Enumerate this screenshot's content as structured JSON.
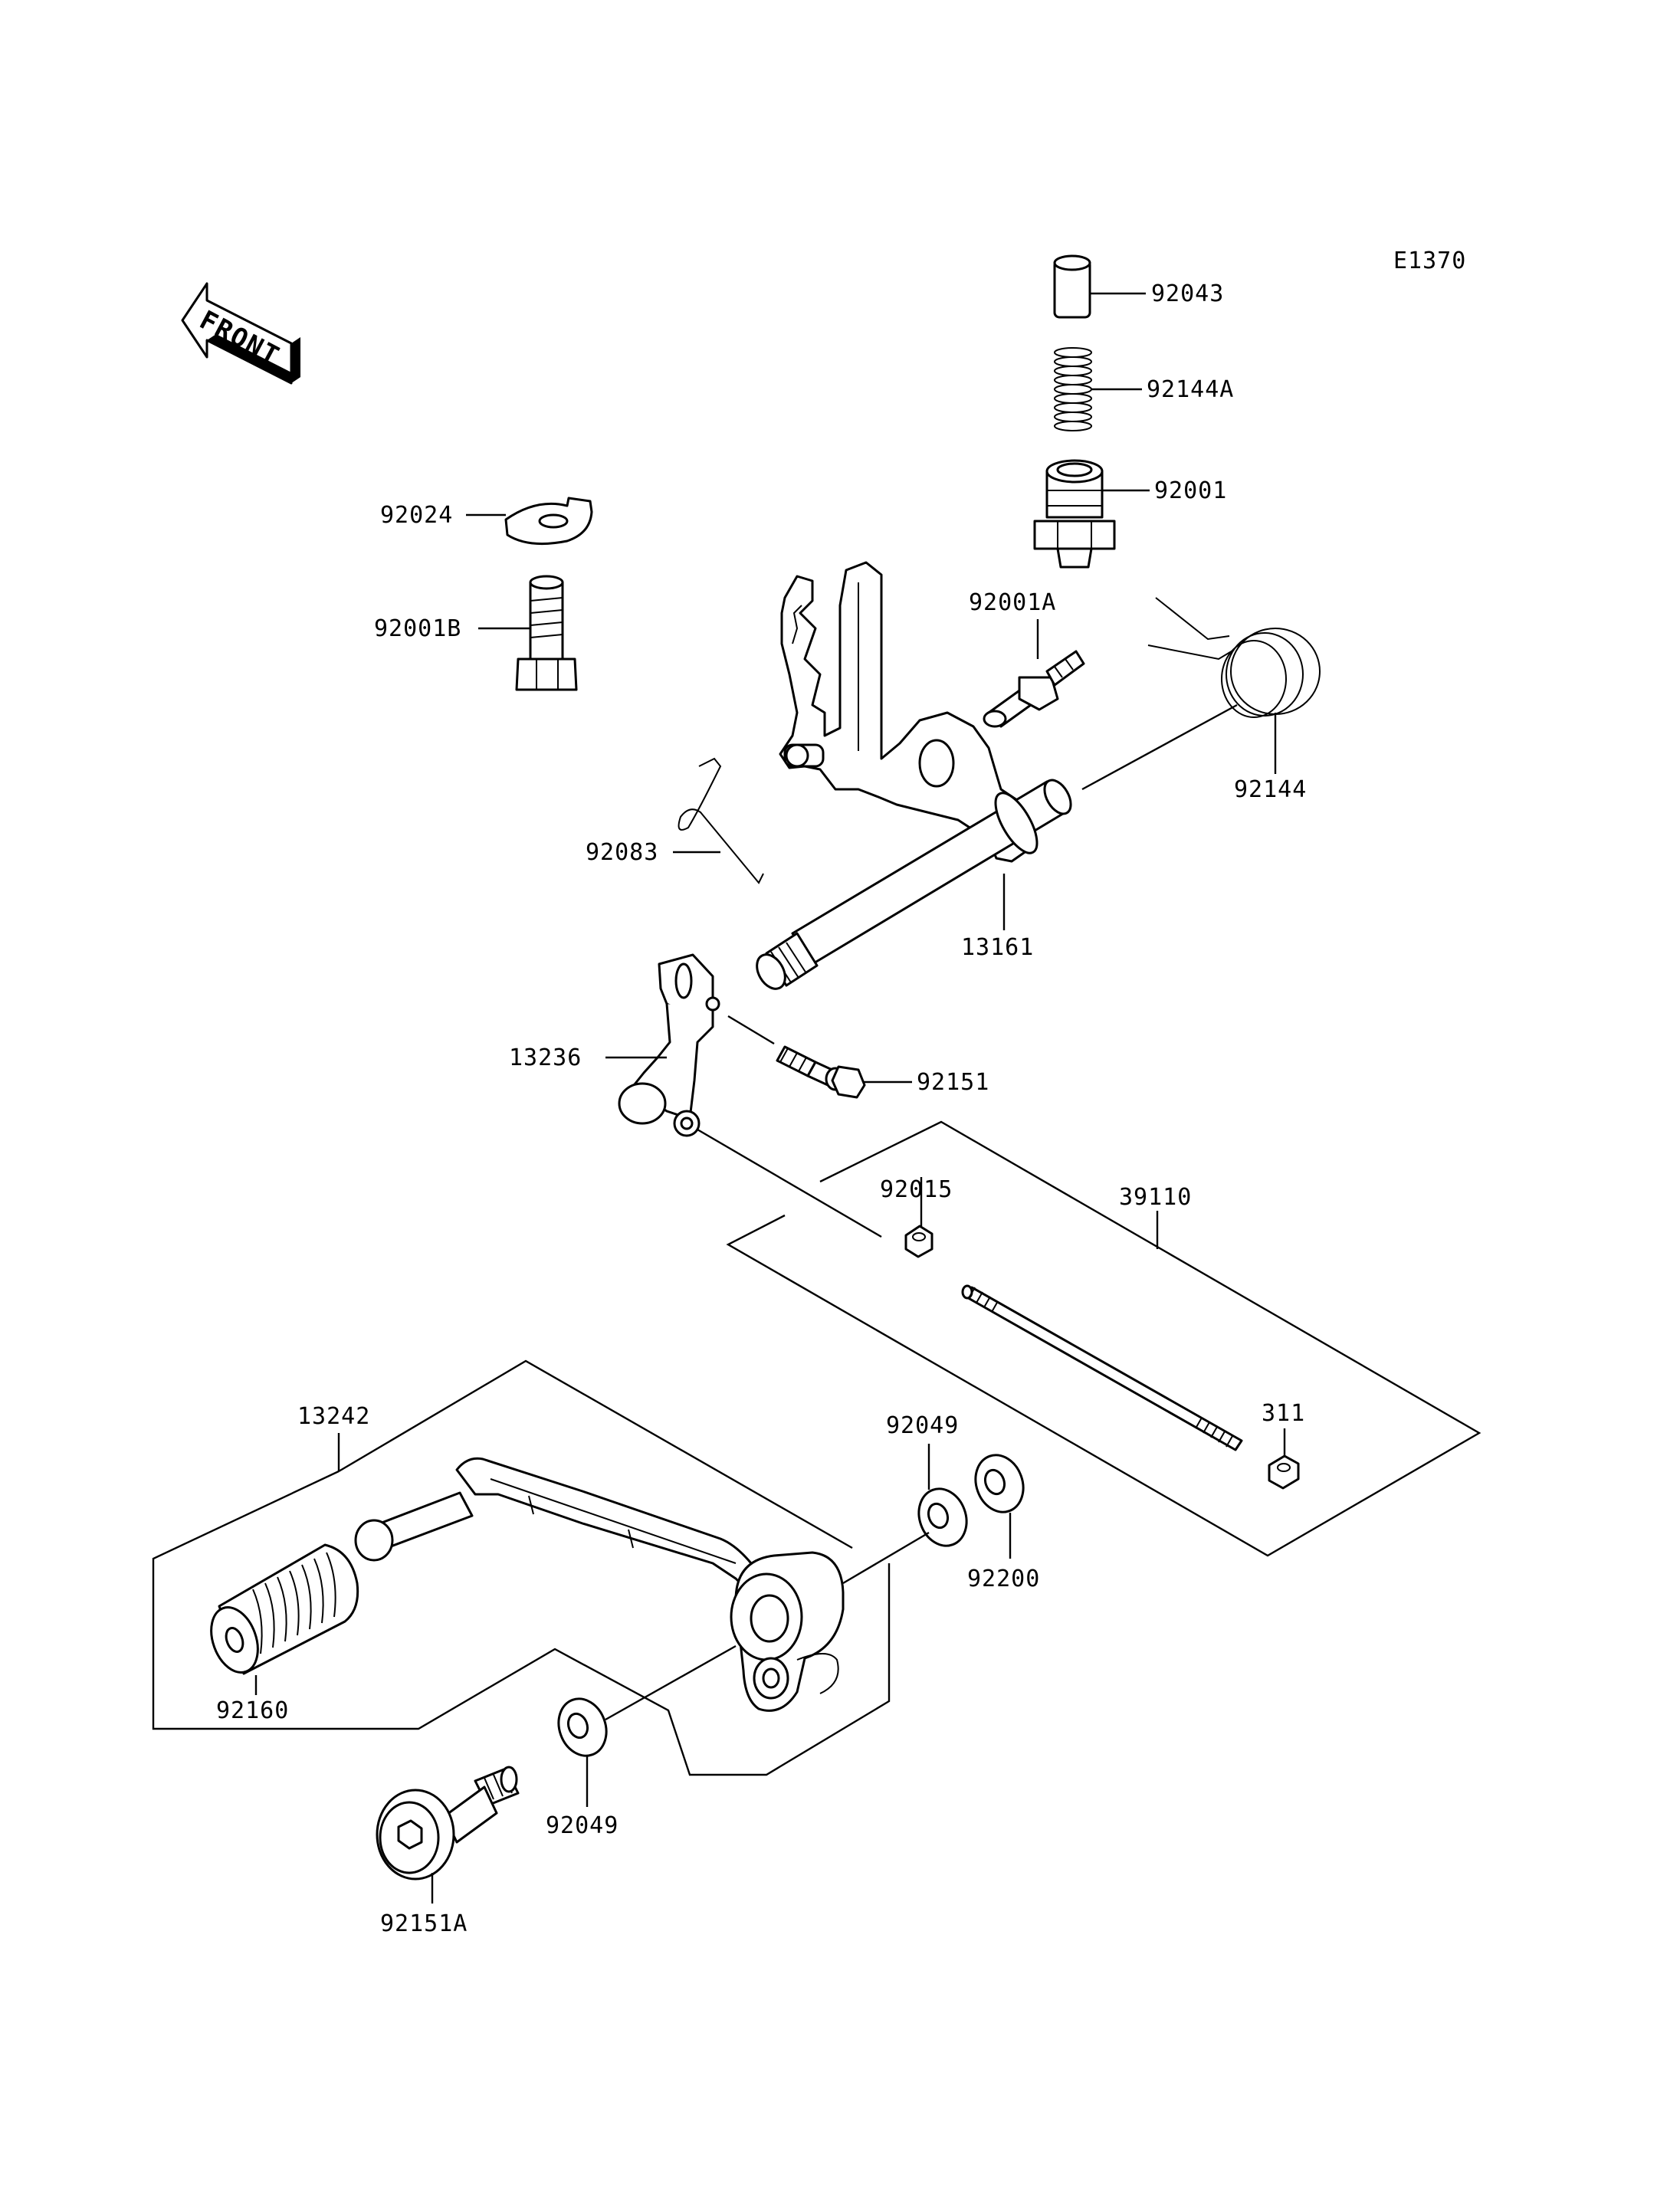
{
  "diagram_code": "E1370",
  "front_label": "FRONT",
  "callouts": {
    "p92043": "92043",
    "p92144A": "92144A",
    "p92001": "92001",
    "p92024": "92024",
    "p92001B": "92001B",
    "p92001A": "92001A",
    "p92144": "92144",
    "p92083": "92083",
    "p13161": "13161",
    "p13236": "13236",
    "p92151": "92151",
    "p92015": "92015",
    "p39110": "39110",
    "p13242": "13242",
    "p311": "311",
    "p92049_top": "92049",
    "p92200": "92200",
    "p92160": "92160",
    "p92049_bottom": "92049",
    "p92151A": "92151A"
  }
}
